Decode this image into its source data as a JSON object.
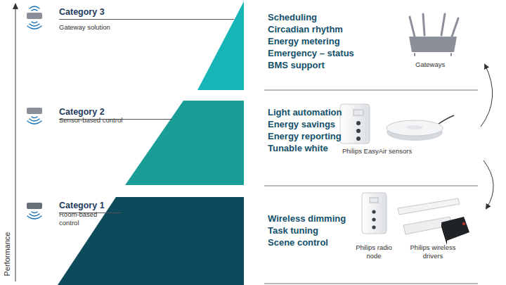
{
  "diagram": {
    "nodes": [
      {
        "text": [
          "Category 3",
          "Gateway solution"
        ]
      },
      {
        "text": [
          "Category 2",
          "Sensor-based control"
        ]
      },
      {
        "text": [
          "Category 1",
          "Room-based control"
        ]
      }
    ],
    "labels": [
      "Performance",
      "Scheduling",
      "Circadian rhythm",
      "Energy metering",
      "Emergency – status",
      "BMS support",
      "Gateways",
      "Light automation",
      "Energy savings",
      "Energy reporting",
      "Tunable white",
      "Philips EasyAir sensors",
      "Wireless dimming",
      "Task tuning",
      "Scene control",
      "Philips radio node",
      "Philips wireless drivers"
    ]
  }
}
